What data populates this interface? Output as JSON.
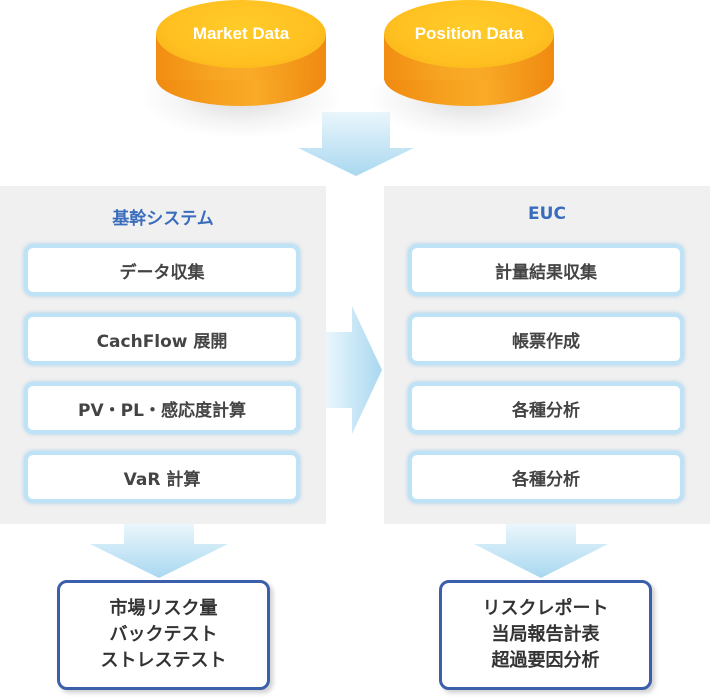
{
  "sources": {
    "market": "Market Data",
    "position": "Position Data"
  },
  "left_panel": {
    "title": "基幹システム",
    "items": [
      "データ収集",
      "CachFlow 展開",
      "PV・PL・感応度計算",
      "VaR 計算"
    ]
  },
  "right_panel": {
    "title": "EUC",
    "items": [
      "計量結果収集",
      "帳票作成",
      "各種分析",
      "各種分析"
    ]
  },
  "outputs": {
    "left": [
      "市場リスク量",
      "バックテスト",
      "ストレステスト"
    ],
    "right": [
      "リスクレポート",
      "当局報告計表",
      "超過要因分析"
    ]
  },
  "colors": {
    "cylinder": "#f7a623",
    "cylinder_top": "#ffc020",
    "panel_bg": "#f0f0f0",
    "panel_title": "#3a6cbd",
    "item_border": "#bfe3f6",
    "result_border": "#3c5fab",
    "arrow": "#b7dff2"
  }
}
